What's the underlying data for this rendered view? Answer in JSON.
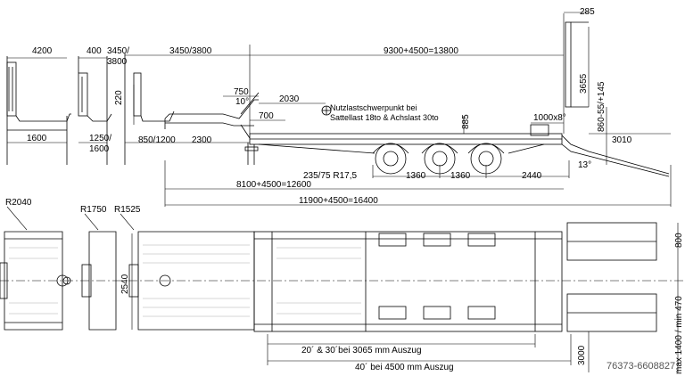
{
  "dimensions": {
    "d4200": "4200",
    "d1600_front": "1600",
    "d400": "400",
    "d1250_1600_a": "1250/",
    "d1250_1600_b": "1600",
    "d3450_3800_a": "3450/",
    "d3450_3800_b": "3800",
    "d220": "220",
    "d3450_3800_top": "3450/3800",
    "d850_1200": "850/1200",
    "d2300": "2300",
    "d750": "750",
    "d10deg": "10°",
    "d700": "700",
    "d2030": "2030",
    "d9300": "9300+4500=13800",
    "d285": "285",
    "d3655": "3655",
    "d885": "885",
    "d1000x8": "1000x8°",
    "d860_145": "860-55/+145",
    "d3010": "3010",
    "d13deg": "13°",
    "tires": "235/75 R17,5",
    "d1360a": "1360",
    "d1360b": "1360",
    "d2440": "2440",
    "d8100": "8100+4500=12600",
    "d11900": "11900+4500=16400",
    "r2040": "R2040",
    "r1750": "R1750",
    "r1525": "R1525",
    "d2540": "2540",
    "d800": "800",
    "d1400_470": "max 1400 / min 470",
    "d3000": "3000",
    "ext_20_30": "20´ & 30´bei 3065 mm Auszug",
    "ext_40": "40´ bei 4500 mm Auszug"
  },
  "annotation": {
    "line1": "Nutzlastschwerpunkt bei",
    "line2": "Sattellast 18to & Achslast 30to"
  },
  "watermark": "76373-6608827"
}
